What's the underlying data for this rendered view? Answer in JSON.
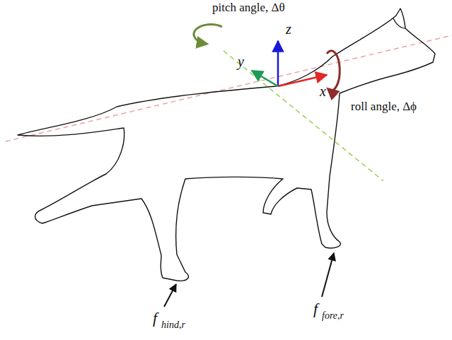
{
  "diagram": {
    "labels": [
      "pitch angle, Δθ",
      "z",
      "y",
      "x",
      "roll angle, Δϕ",
      "f",
      "fore,r",
      "f",
      "hind,r"
    ]
  }
}
